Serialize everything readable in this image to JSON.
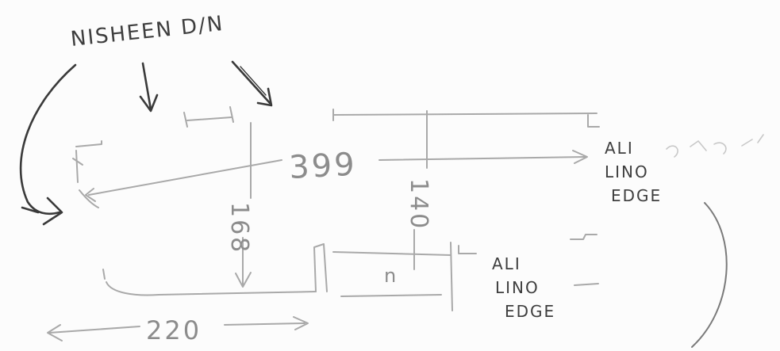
{
  "labels": {
    "top_label": "NISHEEN D/N",
    "dim_width_top": "399",
    "dim_height_left": "168",
    "dim_height_right": "140",
    "dim_small": "n",
    "dim_width_bottom": "220",
    "edge_label_top": [
      "ALI",
      "LINO",
      "EDGE"
    ],
    "edge_label_bottom": [
      "ALI",
      "LINO",
      "EDGE"
    ]
  }
}
